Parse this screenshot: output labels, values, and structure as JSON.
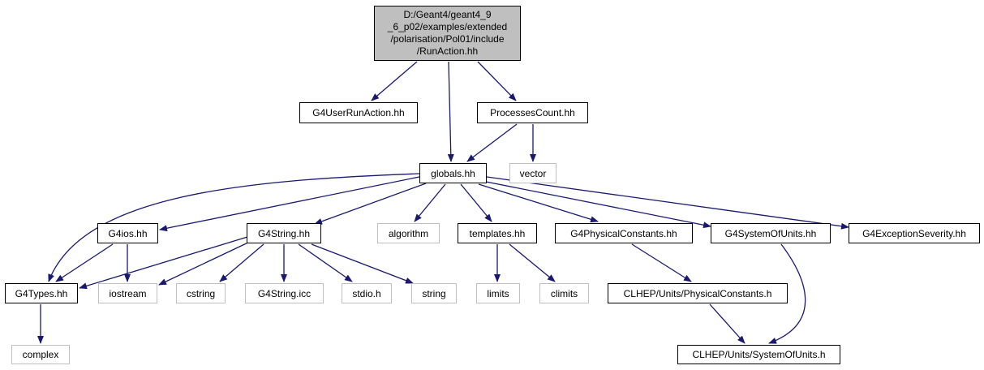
{
  "graph": {
    "type": "include-dependency-graph",
    "edge_color": "#191970",
    "root": {
      "label": "D:/Geant4/geant4_9\n_6_p02/examples/extended\n/polarisation/Pol01/include\n/RunAction.hh",
      "fill": "#bfbfbf"
    },
    "nodes": {
      "G4UserRunAction": {
        "label": "G4UserRunAction.hh",
        "kind": "documented"
      },
      "ProcessesCount": {
        "label": "ProcessesCount.hh",
        "kind": "documented"
      },
      "globals": {
        "label": "globals.hh",
        "kind": "documented"
      },
      "vector": {
        "label": "vector",
        "kind": "external"
      },
      "G4ios": {
        "label": "G4ios.hh",
        "kind": "documented"
      },
      "G4String": {
        "label": "G4String.hh",
        "kind": "documented"
      },
      "algorithm": {
        "label": "algorithm",
        "kind": "external"
      },
      "templates": {
        "label": "templates.hh",
        "kind": "documented"
      },
      "G4PhysicalConstants": {
        "label": "G4PhysicalConstants.hh",
        "kind": "documented"
      },
      "G4SystemOfUnits": {
        "label": "G4SystemOfUnits.hh",
        "kind": "documented"
      },
      "G4ExceptionSeverity": {
        "label": "G4ExceptionSeverity.hh",
        "kind": "documented"
      },
      "G4Types": {
        "label": "G4Types.hh",
        "kind": "documented"
      },
      "iostream": {
        "label": "iostream",
        "kind": "external"
      },
      "cstring": {
        "label": "cstring",
        "kind": "external"
      },
      "G4StringIcc": {
        "label": "G4String.icc",
        "kind": "external"
      },
      "stdio": {
        "label": "stdio.h",
        "kind": "external"
      },
      "string": {
        "label": "string",
        "kind": "external"
      },
      "limits": {
        "label": "limits",
        "kind": "external"
      },
      "climits": {
        "label": "climits",
        "kind": "external"
      },
      "CLHEPPhysicalConstants": {
        "label": "CLHEP/Units/PhysicalConstants.h",
        "kind": "documented"
      },
      "complex": {
        "label": "complex",
        "kind": "external"
      },
      "CLHEPSystemOfUnits": {
        "label": "CLHEP/Units/SystemOfUnits.h",
        "kind": "documented"
      }
    },
    "edges": [
      [
        "root",
        "G4UserRunAction"
      ],
      [
        "root",
        "globals"
      ],
      [
        "root",
        "ProcessesCount"
      ],
      [
        "ProcessesCount",
        "globals"
      ],
      [
        "ProcessesCount",
        "vector"
      ],
      [
        "globals",
        "G4Types"
      ],
      [
        "globals",
        "G4ios"
      ],
      [
        "globals",
        "G4String"
      ],
      [
        "globals",
        "algorithm"
      ],
      [
        "globals",
        "templates"
      ],
      [
        "globals",
        "G4PhysicalConstants"
      ],
      [
        "globals",
        "G4SystemOfUnits"
      ],
      [
        "globals",
        "G4ExceptionSeverity"
      ],
      [
        "G4ios",
        "G4Types"
      ],
      [
        "G4ios",
        "iostream"
      ],
      [
        "G4String",
        "G4Types"
      ],
      [
        "G4String",
        "iostream"
      ],
      [
        "G4String",
        "cstring"
      ],
      [
        "G4String",
        "G4StringIcc"
      ],
      [
        "G4String",
        "stdio"
      ],
      [
        "G4String",
        "string"
      ],
      [
        "templates",
        "limits"
      ],
      [
        "templates",
        "climits"
      ],
      [
        "G4PhysicalConstants",
        "CLHEPPhysicalConstants"
      ],
      [
        "G4SystemOfUnits",
        "CLHEPSystemOfUnits"
      ],
      [
        "CLHEPPhysicalConstants",
        "CLHEPSystemOfUnits"
      ],
      [
        "G4Types",
        "complex"
      ]
    ]
  }
}
